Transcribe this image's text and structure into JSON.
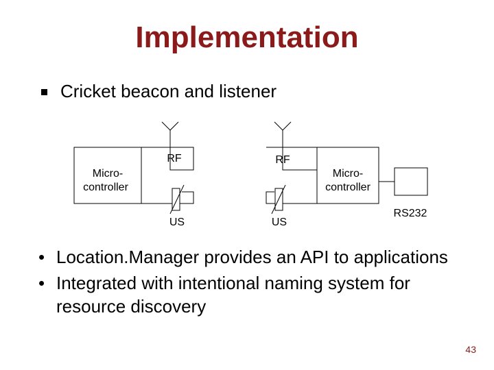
{
  "slide": {
    "title": "Implementation",
    "main_bullet": "Cricket beacon and listener",
    "page_number": "43"
  },
  "diagram": {
    "left_block": {
      "line1": "Micro-",
      "line2": "controller",
      "rf": "RF",
      "us": "US"
    },
    "right_block": {
      "line1": "Micro-",
      "line2": "controller",
      "rf": "RF",
      "us": "US",
      "port": "RS232"
    }
  },
  "bullets": [
    {
      "marker": "•",
      "text": "Location.Manager provides an API to applications"
    },
    {
      "marker": "•",
      "text": "Integrated with intentional naming system for resource discovery"
    }
  ]
}
